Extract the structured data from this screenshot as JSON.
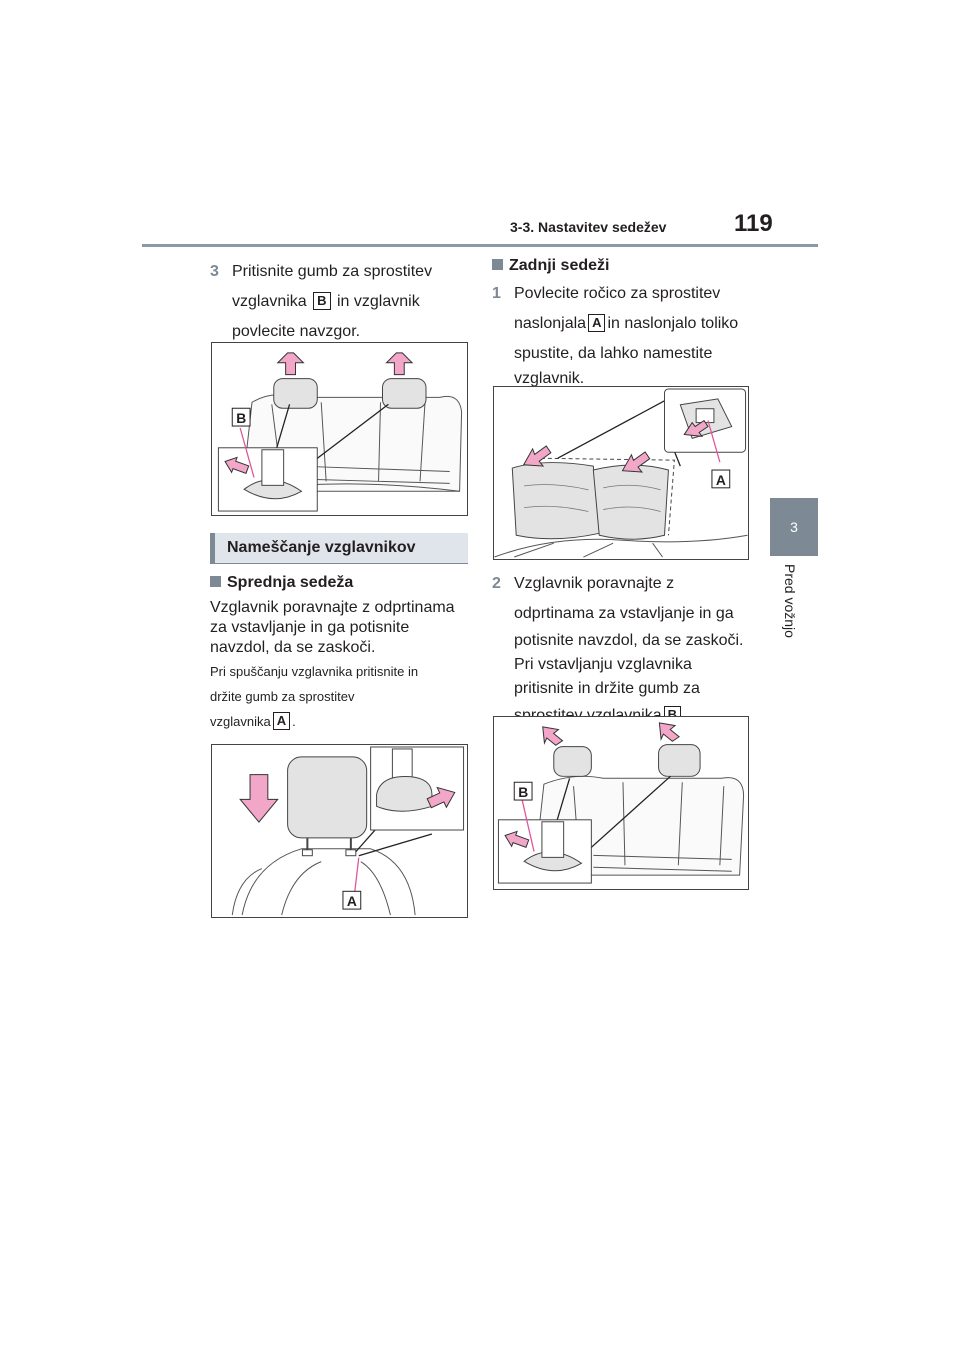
{
  "header": {
    "section": "3-3. Nastavitev sedežev",
    "page_number": "119"
  },
  "side_tab": {
    "number": "3",
    "label": "Pred vožnjo"
  },
  "left": {
    "step3": {
      "number": "3",
      "text_before": "Pritisnite gumb za sprostitev",
      "line2_before": "vzglavnika",
      "label": "B",
      "line2_after": "in vzglavnik",
      "line3": "povlecite navzgor."
    },
    "figure1_labels": [
      "B"
    ],
    "heading": "Nameščanje vzglavnikov",
    "front_seats": {
      "title": "Sprednja sedeža",
      "lines": [
        "Vzglavnik poravnajte z odprtinama",
        "za vstavljanje in ga potisnite",
        "navzdol, da se zaskoči."
      ],
      "note_lines": [
        "Pri spuščanju vzglavnika pritisnite in",
        "držite gumb za sprostitev"
      ],
      "note_last_before": "vzglavnika",
      "note_label": "A",
      "note_last_after": "."
    },
    "figure2_labels": [
      "A"
    ]
  },
  "right": {
    "rear_seats": {
      "title": "Zadnji sedeži"
    },
    "step1": {
      "number": "1",
      "line1": "Povlecite ročico za sprostitev",
      "line2_before": "naslonjala",
      "label": "A",
      "line2_after": "in naslonjalo toliko",
      "line3": "spustite, da lahko namestite",
      "line4": "vzglavnik."
    },
    "figure3_labels": [
      "A"
    ],
    "step2": {
      "number": "2",
      "lines": [
        "Vzglavnik poravnajte z",
        "odprtinama za vstavljanje in ga",
        "potisnite navzdol, da se zaskoči.",
        "Pri vstavljanju vzglavnika",
        "pritisnite in držite gumb za"
      ],
      "last_before": "sprostitev vzglavnika",
      "label": "B",
      "last_after": "."
    },
    "figure4_labels": [
      "B"
    ]
  },
  "colors": {
    "accent": "#7d8a96",
    "arrow_pink": "#f2a7c9",
    "heading_bg": "#dfe5ea"
  }
}
